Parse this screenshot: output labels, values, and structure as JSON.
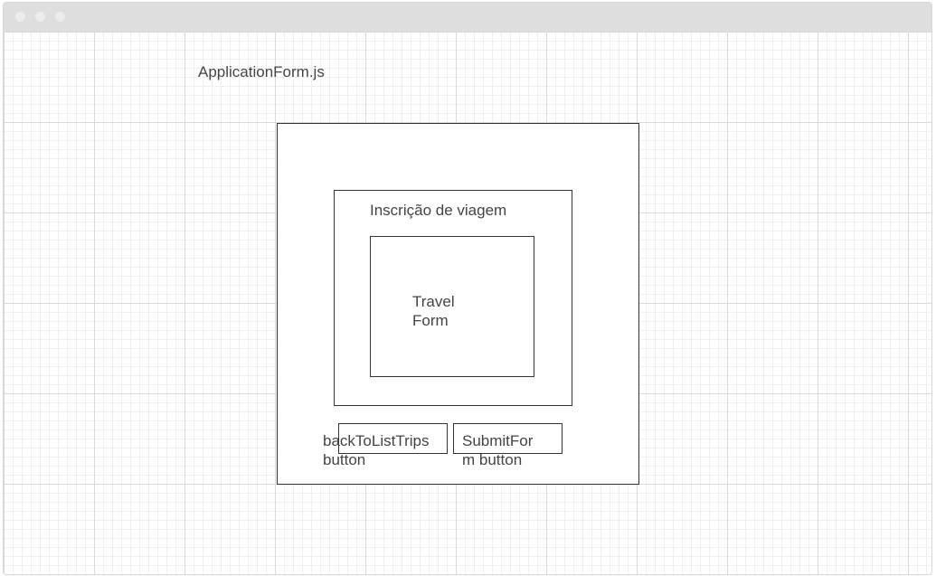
{
  "file_title": "ApplicationForm.js",
  "section_title": "Inscrição de viagem",
  "form_label": "Travel\nForm",
  "buttons": {
    "back_label": "backToListTrips\nbutton",
    "submit_label": "SubmitFor\nm button"
  },
  "colors": {
    "stroke": "#333333",
    "text": "#444444",
    "grid_major": "#d9d9d9",
    "grid_minor": "#efefef",
    "titlebar": "#dedede"
  }
}
